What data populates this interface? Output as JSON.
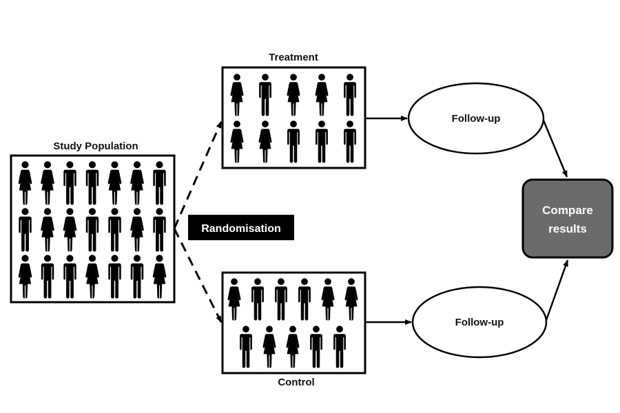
{
  "study_population": {
    "title": "Study Population",
    "rows": [
      [
        "F",
        "F",
        "M",
        "M",
        "F",
        "F",
        "M"
      ],
      [
        "M",
        "F",
        "F",
        "M",
        "M",
        "F",
        "M"
      ],
      [
        "F",
        "M",
        "M",
        "F",
        "M",
        "M",
        "F"
      ]
    ]
  },
  "randomisation": {
    "label": "Randomisation"
  },
  "treatment": {
    "title": "Treatment",
    "rows": [
      [
        "F",
        "M",
        "F",
        "F",
        "M"
      ],
      [
        "F",
        "F",
        "M",
        "M",
        "M"
      ]
    ]
  },
  "control": {
    "title": "Control",
    "rows": [
      [
        "F",
        "M",
        "M",
        "M",
        "F",
        "F"
      ],
      [
        "M",
        "F",
        "F",
        "M",
        "M"
      ]
    ]
  },
  "followup_treatment": {
    "label": "Follow-up"
  },
  "followup_control": {
    "label": "Follow-up"
  },
  "compare": {
    "line1": "Compare",
    "line2": "results"
  },
  "colors": {
    "ink": "#000000",
    "compare_fill": "#6b6b6b",
    "compare_text": "#ffffff",
    "rand_fill": "#000000",
    "rand_text": "#ffffff"
  }
}
